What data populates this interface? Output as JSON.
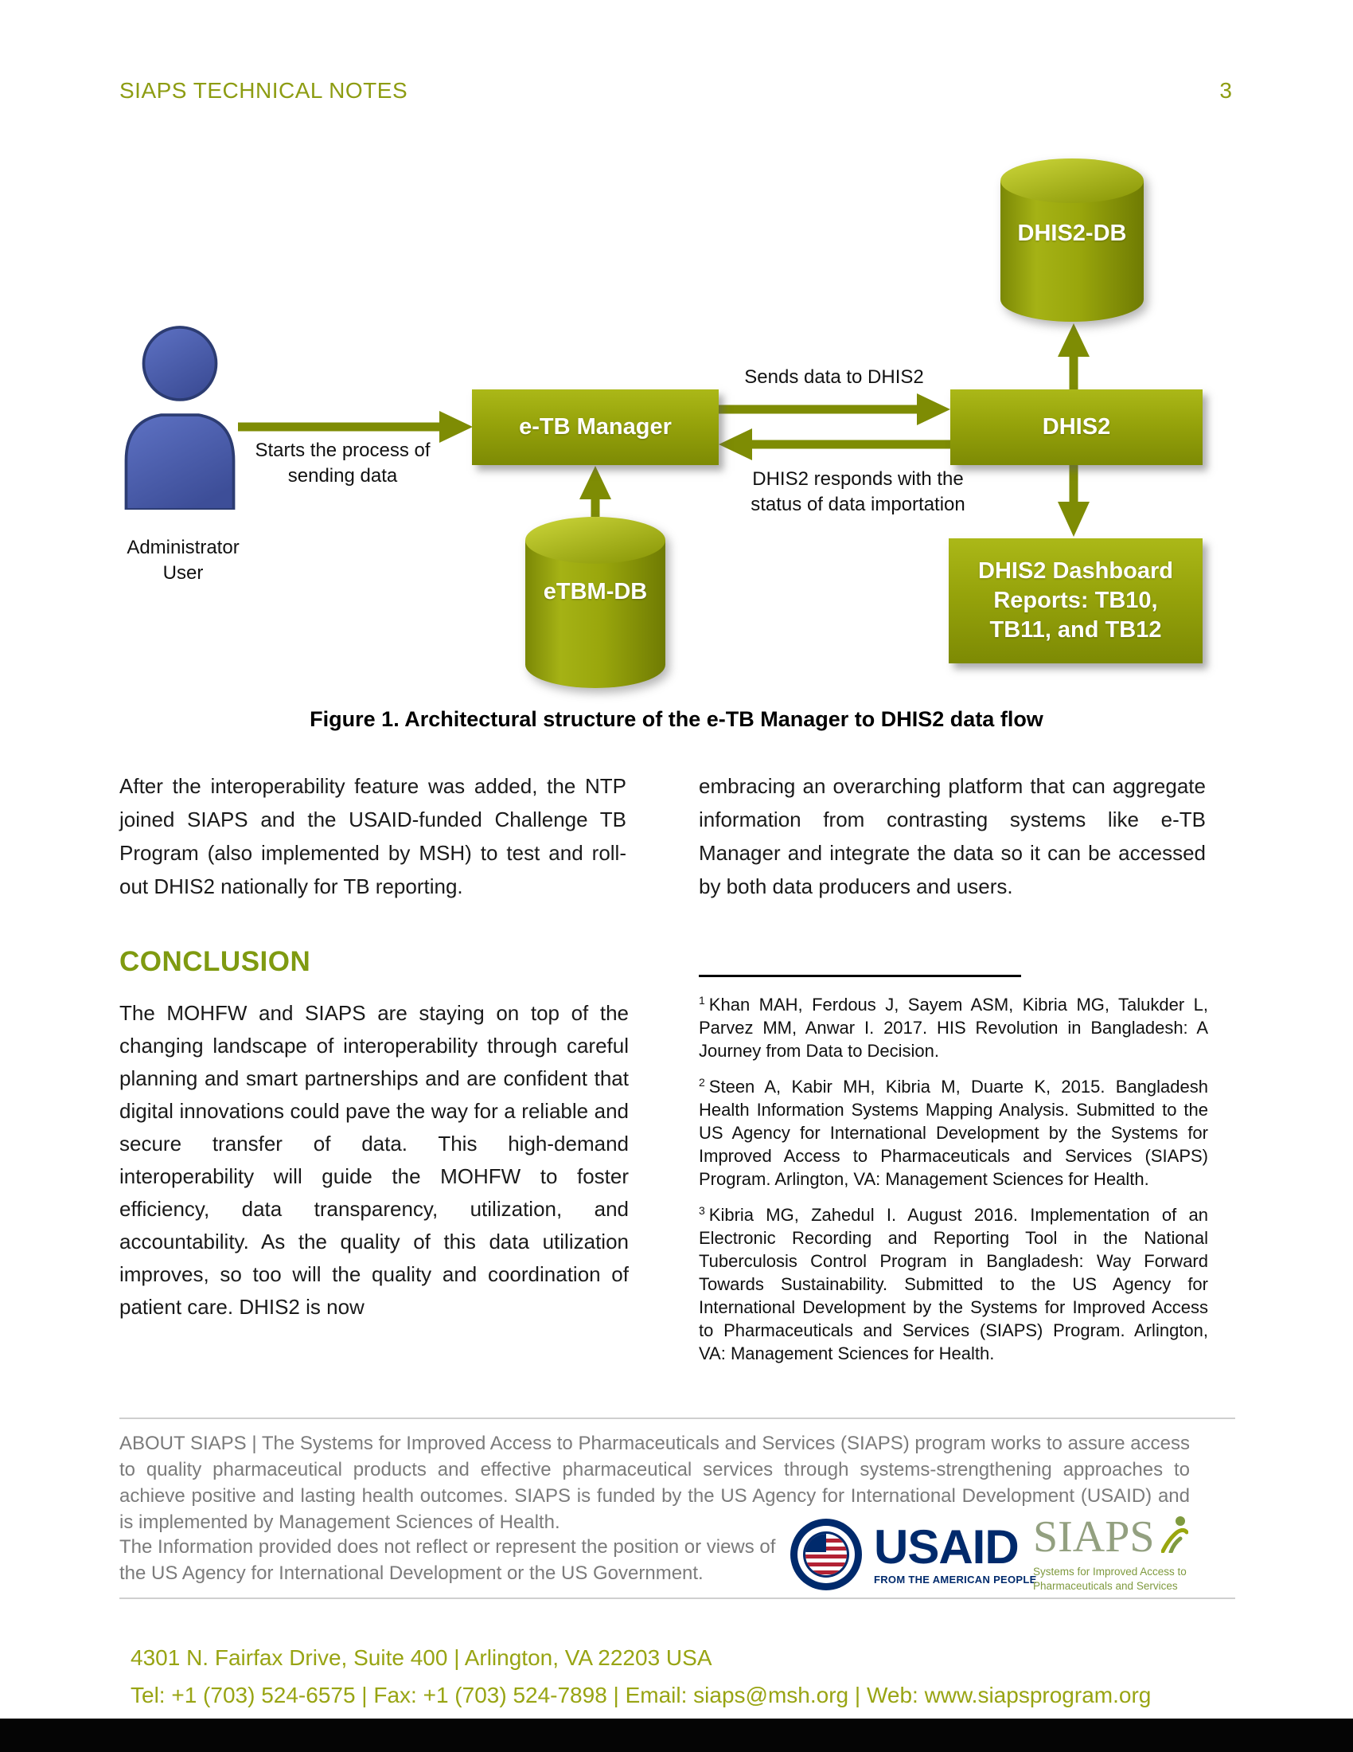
{
  "header": {
    "title": "SIAPS TECHNICAL NOTES",
    "page_number": "3"
  },
  "diagram": {
    "caption": "Figure 1. Architectural structure of the e-TB Manager to DHIS2 data flow",
    "nodes": {
      "dhis2_db": "DHIS2-DB",
      "etb_manager": "e-TB Manager",
      "dhis2": "DHIS2",
      "etbm_db": "eTBM-DB",
      "dashboard": "DHIS2 Dashboard\nReports: TB10,\nTB11, and TB12"
    },
    "labels": {
      "actor": "Administrator\nUser",
      "starts": "Starts the process of\nsending data",
      "sends": "Sends data to DHIS2",
      "responds": "DHIS2 responds with the\nstatus of data importation"
    }
  },
  "body": {
    "col1_para": "After the interoperability feature was added, the NTP joined SIAPS and the USAID-funded Challenge TB Program (also implemented by MSH) to test and roll-out DHIS2 nationally for TB reporting.",
    "col2_para": "embracing an overarching platform that can aggregate information from contrasting systems like e-TB Manager and integrate the data so it can be accessed by both data producers and users.",
    "conclusion_heading": "CONCLUSION",
    "conclusion_para": "The MOHFW and SIAPS are staying on top of the changing landscape of interoperability through careful planning and smart partnerships and are confident that digital innovations could pave the way for a reliable and secure transfer of data. This high-demand interoperability will guide the MOHFW to foster efficiency, data transparency, utilization, and accountability. As the quality of this data utilization improves, so too will the quality and coordination of patient care. DHIS2 is now"
  },
  "footnotes": [
    {
      "num": "1",
      "text": "Khan MAH, Ferdous J, Sayem ASM, Kibria MG, Talukder L, Parvez MM, Anwar I. 2017. HIS Revolution in Bangladesh: A Journey from Data to Decision."
    },
    {
      "num": "2",
      "text": "Steen A, Kabir MH, Kibria M, Duarte K, 2015. Bangladesh Health Information Systems Mapping Analysis. Submitted to the US Agency for International Development by the Systems for Improved Access to Pharmaceuticals and Services (SIAPS) Program. Arlington, VA: Management Sciences for Health."
    },
    {
      "num": "3",
      "text": "Kibria MG, Zahedul I. August 2016. Implementation of an Electronic Recording and Reporting Tool in the National Tuberculosis Control Program in Bangladesh: Way Forward Towards Sustainability. Submitted to the US Agency for International Development by the Systems for Improved Access to Pharmaceuticals and Services (SIAPS) Program. Arlington, VA: Management Sciences for Health."
    }
  ],
  "footer": {
    "about": "ABOUT SIAPS | The Systems for Improved Access to Pharmaceuticals and Services (SIAPS) program works to assure access to quality pharmaceutical products and effective pharmaceutical services through systems-strengthening approaches to achieve positive and lasting health outcomes. SIAPS is funded by the US Agency for International Development (USAID) and is implemented by Management Sciences of Health.",
    "disclaimer": "The Information provided does not reflect or represent the position or views of the US Agency for International Development or the US Government.",
    "usaid": {
      "name": "USAID",
      "tagline": "FROM THE AMERICAN PEOPLE"
    },
    "siaps": {
      "name": "SIAPS",
      "tagline": "Systems for Improved Access to Pharmaceuticals and Services"
    },
    "address": "4301 N. Fairfax Drive, Suite 400  |  Arlington, VA 22203 USA",
    "contact": "Tel: +1 (703) 524-6575  |  Fax: +1 (703) 524-7898  |  Email: siaps@msh.org  |  Web: www.siapsprogram.org"
  },
  "colors": {
    "accent_olive": "#8D9C12",
    "diagram_olive": "#96A30B",
    "arrow_olive": "#7E8C04",
    "actor_blue": "#4A5CA8",
    "footer_gray": "#7B7B7B",
    "usaid_blue": "#002A6C",
    "siaps_green": "#7F9A3F"
  }
}
